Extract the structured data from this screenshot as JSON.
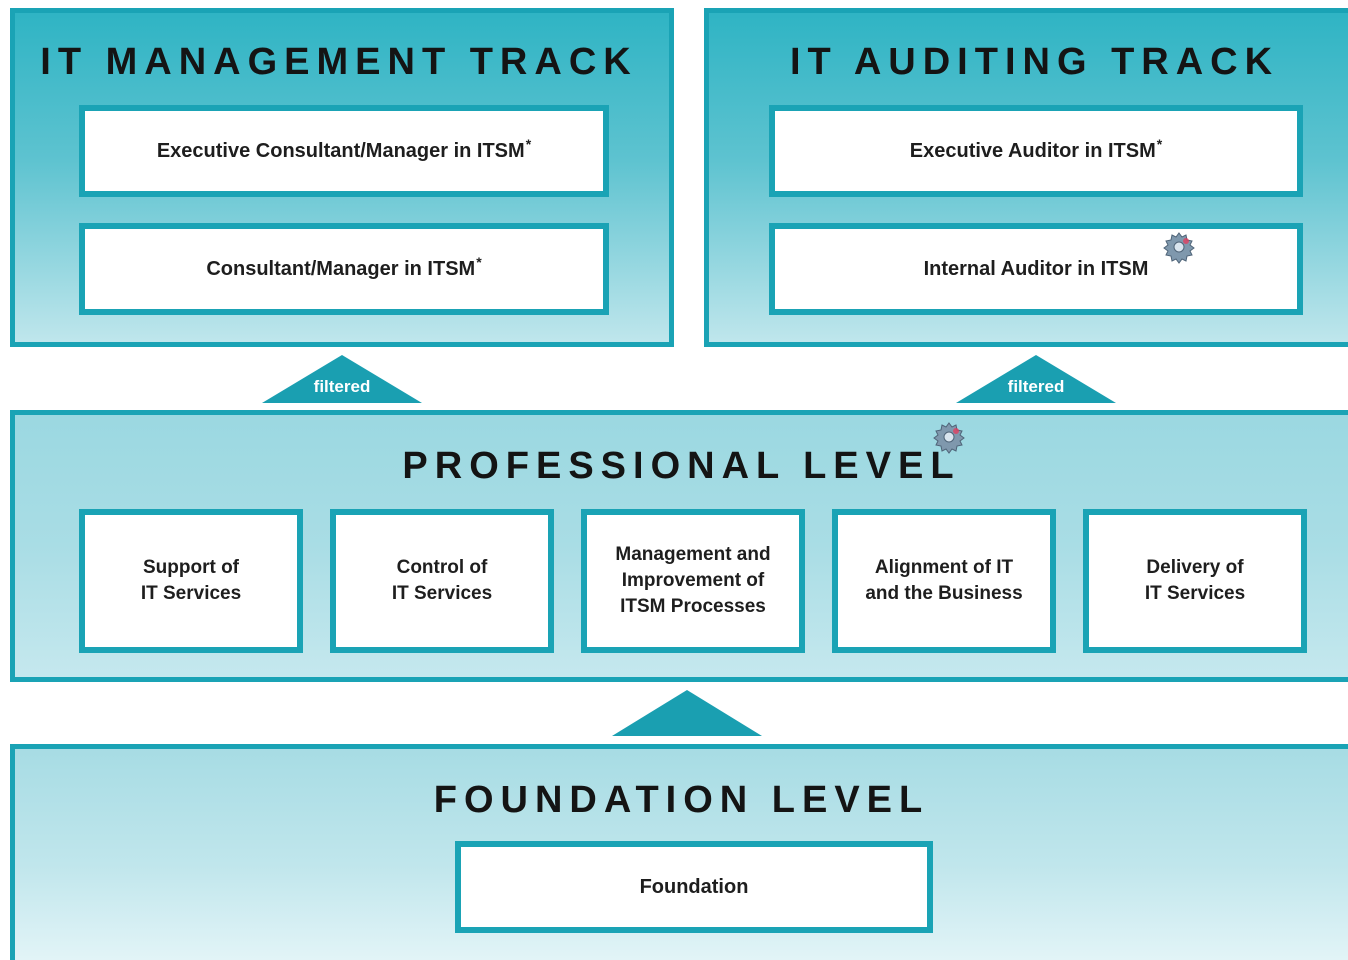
{
  "management_track": {
    "title": "IT MANAGEMENT TRACK",
    "roles": [
      {
        "label": "Executive Consultant/Manager in ITSM",
        "mark": "*"
      },
      {
        "label": "Consultant/Manager in ITSM",
        "mark": "*"
      }
    ]
  },
  "auditing_track": {
    "title": "IT AUDITING TRACK",
    "roles": [
      {
        "label": "Executive Auditor in ITSM",
        "mark": "*"
      },
      {
        "label": "Internal Auditor in ITSM",
        "icon": "gear-icon"
      }
    ]
  },
  "filters": {
    "left_label": "filtered",
    "right_label": "filtered"
  },
  "professional_level": {
    "title": "PROFESSIONAL LEVEL",
    "icon": "gear-icon",
    "modules": [
      {
        "label": "Support of\nIT Services"
      },
      {
        "label": "Control of\nIT Services"
      },
      {
        "label": "Management and\nImprovement of\nITSM Processes"
      },
      {
        "label": "Alignment of IT\nand the Business"
      },
      {
        "label": "Delivery of\nIT Services"
      }
    ]
  },
  "foundation_level": {
    "title": "FOUNDATION LEVEL",
    "module": {
      "label": "Foundation"
    }
  },
  "colors": {
    "accent": "#1aa3b5",
    "arrow": "#1a9fb1",
    "text": "#141414"
  }
}
